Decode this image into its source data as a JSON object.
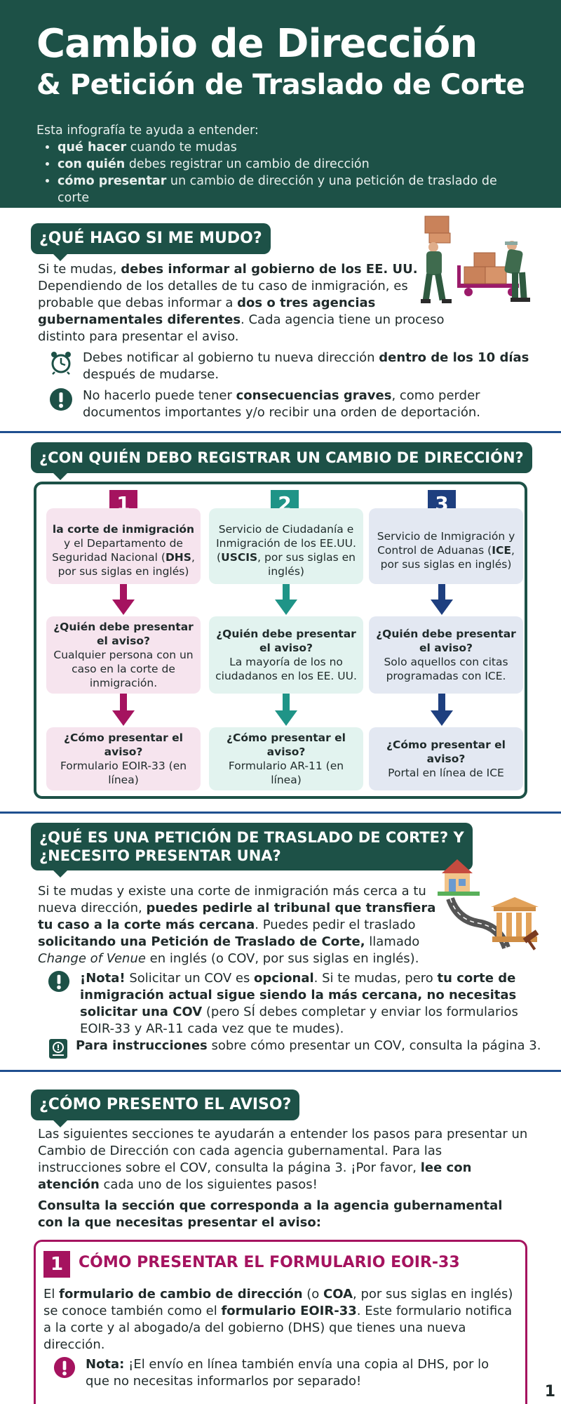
{
  "header": {
    "title_line1": "Cambio de Dirección",
    "title_line2": "& Petición de Traslado de Corte",
    "intro_lead": "Esta infografía te ayuda a entender:",
    "bullets": [
      {
        "bold": "qué hacer",
        "rest": " cuando te mudas"
      },
      {
        "bold": "con quién",
        "rest": " debes registrar un cambio de dirección"
      },
      {
        "bold": "cómo presentar",
        "rest": " un cambio de dirección y una petición de traslado de corte"
      }
    ]
  },
  "section1": {
    "heading": "¿QUÉ HAGO SI ME MUDO?",
    "p1_a": "Si te mudas, ",
    "p1_b": "debes informar al gobierno de los EE. UU.",
    "p1_c": " Dependiendo de los detalles de tu caso de inmigración, es probable que debas informar a ",
    "p1_d": "dos o tres agencias gubernamentales diferentes",
    "p1_e": ". Cada agencia tiene un proceso distinto para presentar el aviso.",
    "note1_a": "Debes notificar al gobierno tu nueva dirección ",
    "note1_b": "dentro de los 10 días",
    "note1_c": " después de mudarse.",
    "note2_a": "No hacerlo puede tener ",
    "note2_b": "consecuencias graves",
    "note2_c": ", como perder documentos importantes y/o recibir una orden de deportación."
  },
  "section2": {
    "heading": "¿CON QUIÉN DEBO REGISTRAR UN CAMBIO DE DIRECCIÓN?",
    "columns": [
      {
        "number": "1",
        "agency_bold1": "la corte de inmigración",
        "agency_rest1": " y el Departamento de Seguridad Nacional (",
        "agency_bold2": "DHS",
        "agency_rest2": ", por sus siglas en inglés)",
        "who_q": "¿Quién debe presentar el aviso?",
        "who_a": "Cualquier persona con un caso en la corte de inmigración.",
        "how_q": "¿Cómo presentar el aviso?",
        "how_a": "Formulario EOIR-33 (en línea)"
      },
      {
        "number": "2",
        "agency_bold1": "",
        "agency_rest1": "Servicio de Ciudadanía e Inmigración de los EE.UU. (",
        "agency_bold2": "USCIS",
        "agency_rest2": ", por sus siglas en inglés)",
        "who_q": "¿Quién debe presentar el aviso?",
        "who_a": "La mayoría de los no ciudadanos en los EE. UU.",
        "how_q": "¿Cómo presentar el aviso?",
        "how_a": "Formulario AR-11 (en línea)"
      },
      {
        "number": "3",
        "agency_bold1": "",
        "agency_rest1": "Servicio de Inmigración y Control de Aduanas (",
        "agency_bold2": "ICE",
        "agency_rest2": ", por sus siglas en inglés)",
        "who_q": "¿Quién debe presentar el aviso?",
        "who_a": "Solo aquellos con citas programadas con ICE.",
        "how_q": "¿Cómo presentar el aviso?",
        "how_a": "Portal en línea de ICE"
      }
    ]
  },
  "section3": {
    "heading_line1": "¿QUÉ ES UNA PETICIÓN DE TRASLADO DE CORTE? Y",
    "heading_line2": "¿NECESITO PRESENTAR UNA?",
    "p_a": "Si te mudas y existe una corte de inmigración más cerca a tu nueva dirección, ",
    "p_b": "puedes pedirle al tribunal que transfiera tu caso a la corte más cercana",
    "p_c": ". Puedes pedir el traslado ",
    "p_d": "solicitando una Petición de Traslado de Corte,",
    "p_e": " llamado ",
    "p_f": "Change of Venue",
    "p_g": " en inglés (o COV, por sus siglas en inglés).",
    "note_a": "¡Nota!",
    "note_b": " Solicitar un COV es ",
    "note_c": "opcional",
    "note_d": ". Si te mudas, pero ",
    "note_e": "tu corte de inmigración actual sigue siendo la más cercana, no necesitas solicitar una COV",
    "note_f": " (pero SÍ debes completar y enviar los formularios EOIR-33 y AR-11 cada vez que te mudes).",
    "instr_a": "Para instrucciones",
    "instr_b": " sobre cómo presentar un COV, consulta la página 3."
  },
  "section4": {
    "heading": "¿CÓMO PRESENTO EL AVISO?",
    "p_a": "Las siguientes secciones te ayudarán a entender los pasos para presentar un Cambio de Dirección con cada agencia gubernamental. Para las instrucciones sobre el COV, consulta la página 3. ¡Por favor, ",
    "p_b": "lee con atención",
    "p_c": " cada uno de los siguientes pasos!",
    "p2": "Consulta la sección que corresponda a la agencia gubernamental con la que necesitas presentar el aviso:"
  },
  "box1": {
    "number": "1",
    "title": "CÓMO PRESENTAR EL FORMULARIO EOIR-33",
    "p_a": "El ",
    "p_b": "formulario de cambio de dirección",
    "p_c": " (o ",
    "p_d": "COA",
    "p_e": ", por sus siglas en inglés) se conoce también como el ",
    "p_f": "formulario EOIR-33",
    "p_g": ". Este formulario notifica a la corte y al abogado/a del gobierno (DHS) que tienes una nueva dirección.",
    "note_a": "Nota:",
    "note_b": " ¡El envío en línea también envía una copia al DHS, por lo que no necesitas informarlos por separado!"
  },
  "page_number": "1",
  "colors": {
    "teal_dark": "#1d5147",
    "magenta": "#a5135f",
    "teal": "#1f9487",
    "navy": "#1e3f7f",
    "pink_bg": "#f6e4ee",
    "mint_bg": "#e2f3ef",
    "blue_bg": "#e3e8f2"
  }
}
